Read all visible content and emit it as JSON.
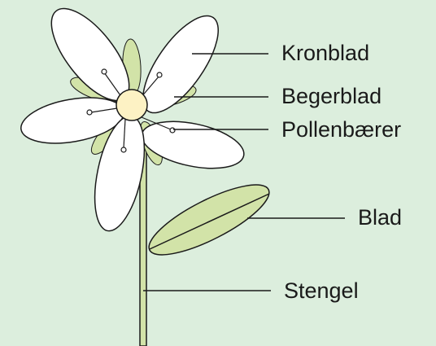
{
  "labels": {
    "kronblad": "Kronblad",
    "begerblad": "Begerblad",
    "pollenbaerer": "Pollenbærer",
    "blad": "Blad",
    "stengel": "Stengel"
  },
  "colors": {
    "background": "#dceedd",
    "petal": "#ffffff",
    "sepal": "#d2e3a8",
    "leaf": "#d2e3a8",
    "stem": "#d2e3a8",
    "center": "#fdf2c4",
    "outline": "#1a1a1a"
  }
}
